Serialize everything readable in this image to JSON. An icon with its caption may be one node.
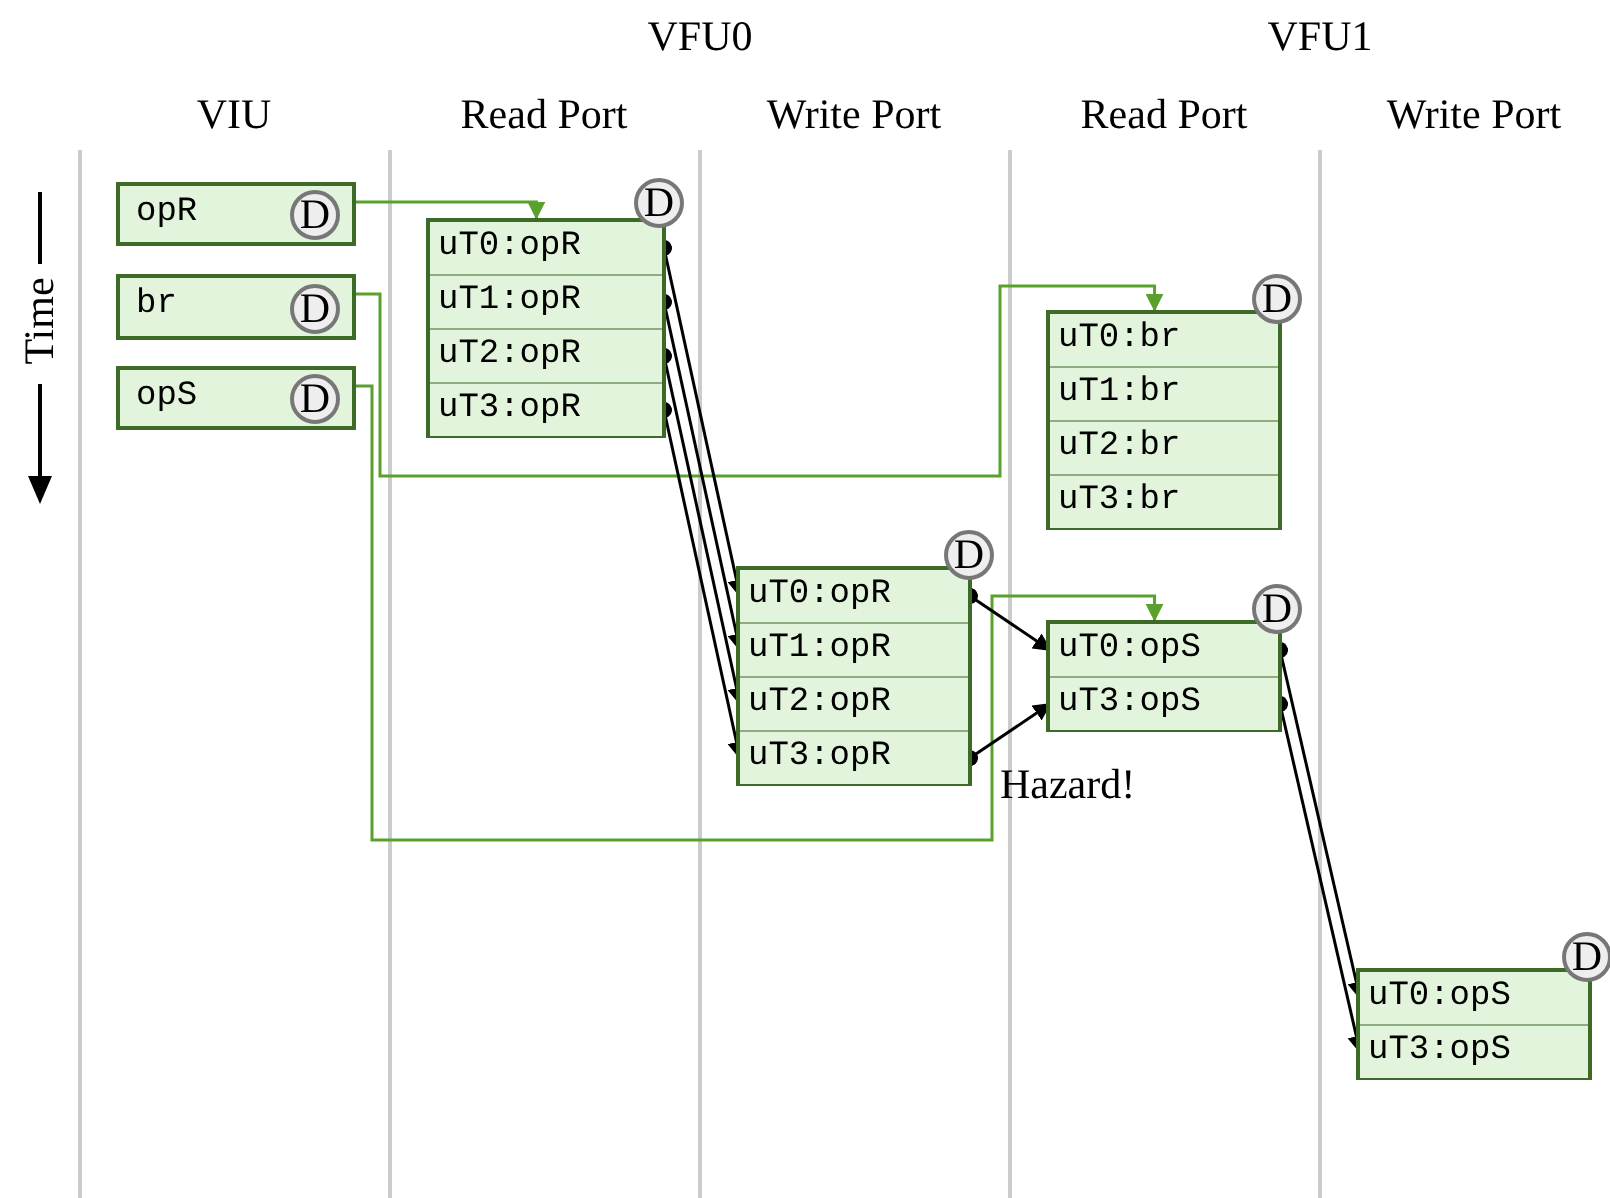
{
  "diagram": {
    "nodes": [
      {
        "text": [
          "opR"
        ]
      },
      {
        "text": [
          "D"
        ],
        "in": 0
      },
      {
        "text": [
          "br"
        ]
      },
      {
        "text": [
          "D"
        ],
        "in": 2
      },
      {
        "text": [
          "opS"
        ]
      },
      {
        "text": [
          "D"
        ],
        "in": 4
      },
      {
        "text": [],
        "shape": "box"
      },
      {
        "text": [
          "uT0:opR"
        ],
        "in": 6
      },
      {
        "text": [
          "uT1:opR"
        ],
        "in": 6
      },
      {
        "text": [
          "uT2:opR"
        ],
        "in": 6
      },
      {
        "text": [
          "uT3:opR"
        ],
        "in": 6
      },
      {
        "text": [
          "D"
        ]
      },
      {
        "text": [],
        "shape": "box"
      },
      {
        "text": [
          "uT0:br"
        ],
        "in": 12
      },
      {
        "text": [
          "uT1:br"
        ],
        "in": 12
      },
      {
        "text": [
          "uT2:br"
        ],
        "in": 12
      },
      {
        "text": [
          "uT3:br"
        ],
        "in": 12
      },
      {
        "text": [
          "D"
        ]
      },
      {
        "text": [],
        "shape": "box"
      },
      {
        "text": [
          "uT0:opR"
        ],
        "in": 18
      },
      {
        "text": [
          "uT1:opR"
        ],
        "in": 18
      },
      {
        "text": [
          "uT2:opR"
        ],
        "in": 18
      },
      {
        "text": [
          "uT3:opR"
        ],
        "in": 18
      },
      {
        "text": [
          "D"
        ]
      },
      {
        "text": [],
        "shape": "box"
      },
      {
        "text": [
          "uT0:opS"
        ],
        "in": 24
      },
      {
        "text": [
          "uT3:opS"
        ],
        "in": 24
      },
      {
        "text": [
          "D"
        ]
      },
      {
        "text": [],
        "shape": "box"
      },
      {
        "text": [
          "uT0:opS"
        ],
        "in": 28
      },
      {
        "text": [
          "uT3:opS"
        ],
        "in": 28
      },
      {
        "text": [
          "D"
        ]
      }
    ],
    "edges": [
      {
        "from": 0,
        "to": 6,
        "arrow": "to",
        "color": "#5aa02c"
      },
      {
        "from": 2,
        "to": 12,
        "arrow": "to",
        "color": "#5aa02c"
      },
      {
        "from": 4,
        "to": 24,
        "arrow": "to",
        "color": "#5aa02c"
      },
      {
        "from": 7,
        "to": 19,
        "arrow": "to"
      },
      {
        "from": 8,
        "to": 20,
        "arrow": "to"
      },
      {
        "from": 9,
        "to": 21,
        "arrow": "to"
      },
      {
        "from": 10,
        "to": 22,
        "arrow": "to"
      },
      {
        "from": 19,
        "to": 25,
        "arrow": "to"
      },
      {
        "from": 22,
        "to": 26,
        "arrow": "to"
      },
      {
        "from": 25,
        "to": 29,
        "arrow": "to"
      },
      {
        "from": 26,
        "to": 30,
        "arrow": "to"
      }
    ],
    "labels": [
      "VFU0",
      "VFU1",
      "VIU",
      "Read Port",
      "Write Port",
      "Read Port",
      "Write Port",
      "Time",
      "Hazard!"
    ]
  }
}
